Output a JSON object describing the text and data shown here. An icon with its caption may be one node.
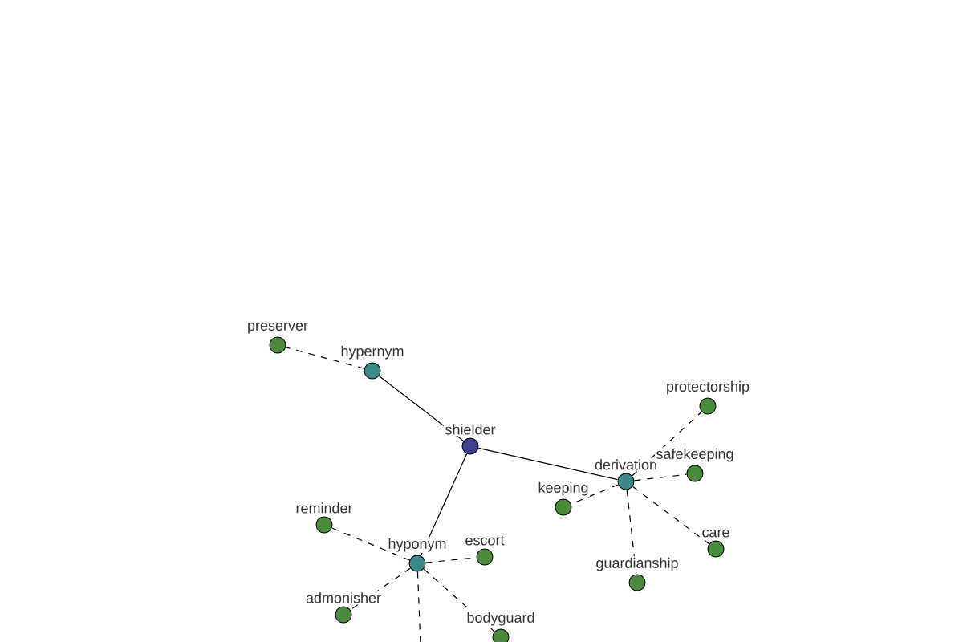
{
  "diagram": {
    "nodes": [
      {
        "text": [
          "shielder"
        ]
      },
      {
        "text": [
          "hypernym"
        ]
      },
      {
        "text": [
          "preserver"
        ]
      },
      {
        "text": [
          "hyponym"
        ]
      },
      {
        "text": [
          "reminder"
        ]
      },
      {
        "text": [
          "escort"
        ]
      },
      {
        "text": [
          "admonisher"
        ]
      },
      {
        "text": [
          "bodyguard"
        ]
      },
      {
        "text": [
          "derivation"
        ]
      },
      {
        "text": [
          "protectorship"
        ]
      },
      {
        "text": [
          "safekeeping"
        ]
      },
      {
        "text": [
          "keeping"
        ]
      },
      {
        "text": [
          "care"
        ]
      },
      {
        "text": [
          "guardianship"
        ]
      }
    ],
    "edges": [
      {
        "from": 0,
        "to": 1,
        "arrow": "none"
      },
      {
        "from": 1,
        "to": 2,
        "arrow": "none",
        "style": "dashed"
      },
      {
        "from": 0,
        "to": 3,
        "arrow": "none"
      },
      {
        "from": 3,
        "to": 4,
        "arrow": "none",
        "style": "dashed"
      },
      {
        "from": 3,
        "to": 5,
        "arrow": "none",
        "style": "dashed"
      },
      {
        "from": 3,
        "to": 6,
        "arrow": "none",
        "style": "dashed"
      },
      {
        "from": 3,
        "to": 7,
        "arrow": "none",
        "style": "dashed"
      },
      {
        "from": 3,
        "to": null,
        "arrow": "none",
        "style": "dashed"
      },
      {
        "from": 0,
        "to": 8,
        "arrow": "none"
      },
      {
        "from": 8,
        "to": 9,
        "arrow": "none",
        "style": "dashed"
      },
      {
        "from": 8,
        "to": 10,
        "arrow": "none",
        "style": "dashed"
      },
      {
        "from": 8,
        "to": 11,
        "arrow": "none",
        "style": "dashed"
      },
      {
        "from": 8,
        "to": 12,
        "arrow": "none",
        "style": "dashed"
      },
      {
        "from": 8,
        "to": 13,
        "arrow": "none",
        "style": "dashed"
      }
    ]
  }
}
